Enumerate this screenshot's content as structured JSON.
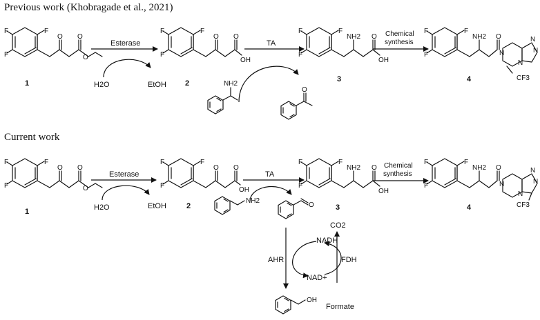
{
  "sections": {
    "previous": {
      "title": "Previous work (Khobragade et al., 2021)"
    },
    "current": {
      "title": "Current work"
    }
  },
  "compound_numbers": [
    "1",
    "2",
    "3",
    "4"
  ],
  "atoms": {
    "fluorine": "F",
    "oxygen": "O",
    "hydroxyl": "OH",
    "nitrogen": "N",
    "amine": "NH2",
    "cf3": "CF3"
  },
  "steps": {
    "esterase": "Esterase",
    "ta": "TA",
    "chem_line1": "Chemical",
    "chem_line2": "synthesis"
  },
  "reagents": {
    "water": "H2O",
    "ethanol": "EtOH"
  },
  "cycle": {
    "nadh": "NADH",
    "nad_plus": "NAD+",
    "ahr": "AHR",
    "fdh": "FDH",
    "co2": "CO2",
    "formate": "Formate"
  }
}
